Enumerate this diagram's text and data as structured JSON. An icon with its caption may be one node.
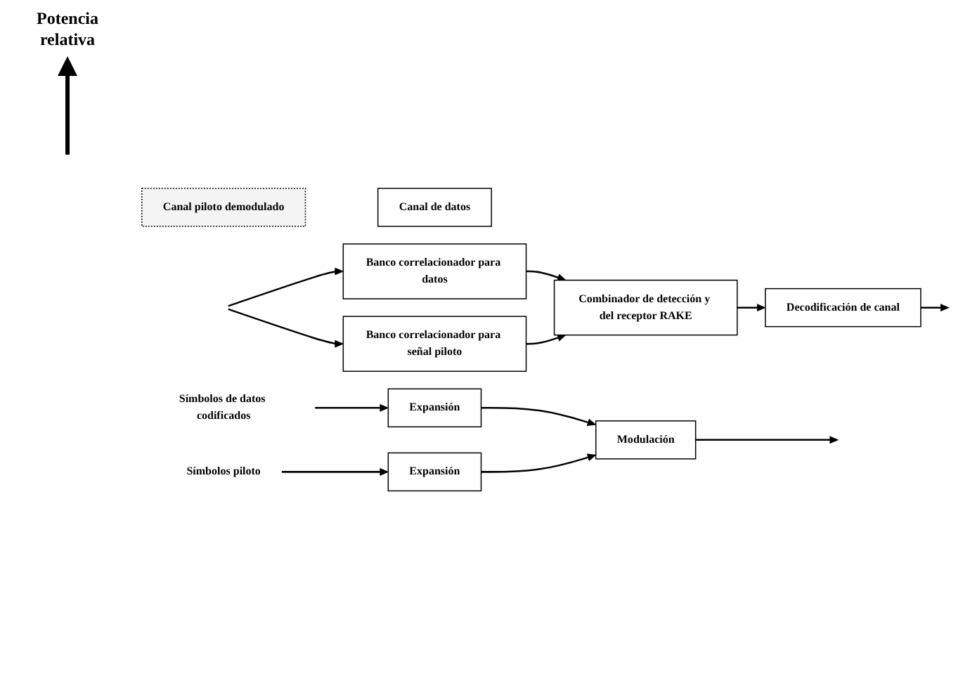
{
  "diagram": {
    "nodes": [
      {
        "text": [
          "Canal piloto demodulado"
        ]
      },
      {
        "text": [
          "Canal de datos"
        ]
      },
      {
        "text": [
          "Símbolos de datos codificados"
        ]
      },
      {
        "text": [
          "Expansión"
        ]
      },
      {
        "text": [
          "Símbolos piloto"
        ]
      },
      {
        "text": [
          "Expansión"
        ]
      },
      {
        "text": [
          "Modulación"
        ]
      },
      {
        "text": [
          "Banco correlacionador para datos"
        ]
      },
      {
        "text": [
          "Banco correlacionador para señal piloto"
        ]
      },
      {
        "text": [
          "Combinador de detección y del receptor RAKE"
        ]
      },
      {
        "text": [
          "Decodificación de canal"
        ]
      }
    ],
    "edges": [
      {
        "from": 2,
        "to": 3,
        "arrow": "to"
      },
      {
        "from": 4,
        "to": 5,
        "arrow": "to"
      },
      {
        "from": 3,
        "to": 6,
        "arrow": "to"
      },
      {
        "from": 5,
        "to": 6,
        "arrow": "to"
      },
      {
        "from": 6,
        "to": null,
        "arrow": "to"
      },
      {
        "from": null,
        "to": 7,
        "arrow": "to"
      },
      {
        "from": null,
        "to": 8,
        "arrow": "to"
      },
      {
        "from": 7,
        "to": 9,
        "arrow": "to"
      },
      {
        "from": 8,
        "to": 9,
        "arrow": "to"
      },
      {
        "from": 9,
        "to": 10,
        "arrow": "to"
      },
      {
        "from": 10,
        "to": null,
        "arrow": "to"
      }
    ],
    "labels": [
      "Potencia relativa"
    ]
  }
}
